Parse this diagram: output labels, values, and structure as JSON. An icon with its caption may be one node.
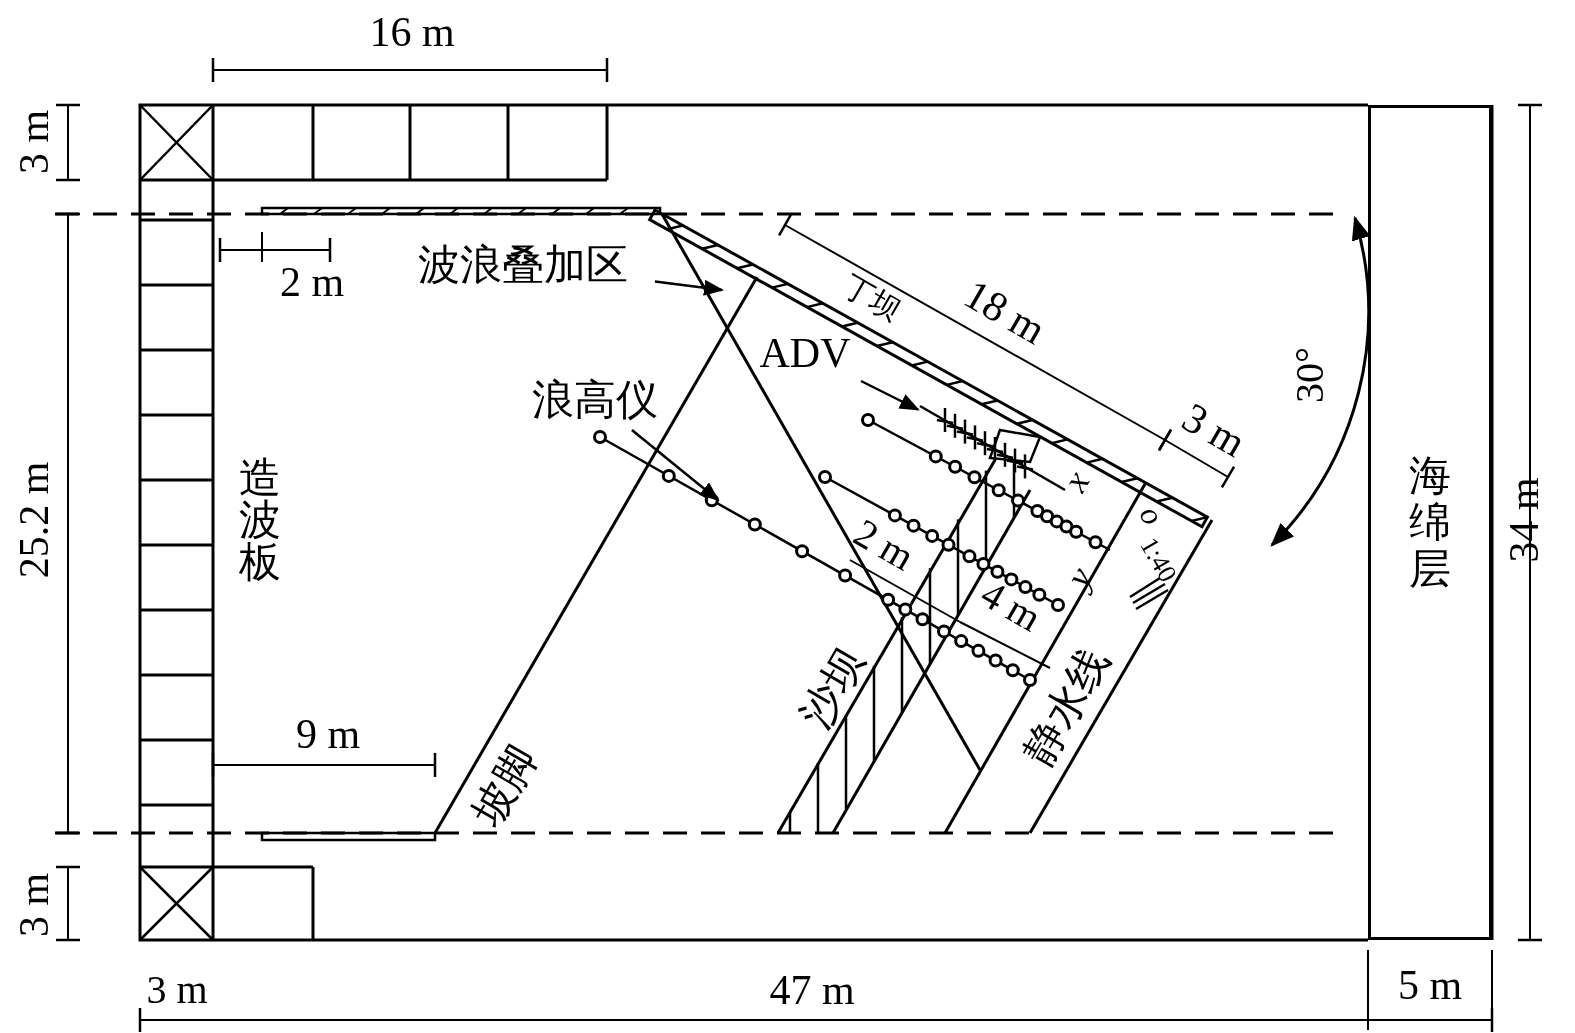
{
  "diagram": {
    "nodes": [
      {
        "text": [
          "海绵层"
        ]
      },
      {
        "text": [
          "波浪叠加区"
        ]
      },
      {
        "text": [
          "ADV"
        ]
      },
      {
        "text": [
          "浪高仪"
        ]
      },
      {
        "text": [],
        "shape": "picture"
      }
    ],
    "edges": [
      {
        "from": 1,
        "to": null,
        "arrow": "to"
      },
      {
        "from": 2,
        "to": 4,
        "arrow": "to"
      },
      {
        "from": 3,
        "to": null,
        "arrow": "to"
      }
    ],
    "labels": [
      "16 m",
      "3 m",
      "2 m",
      "丁坝",
      "18 m",
      "30°",
      "3 m",
      "25.2 m",
      "造波板",
      "34 m",
      "x",
      "o",
      "2 m",
      "1:40",
      "y",
      "4 m",
      "沙坝",
      "静水线",
      "9 m",
      "坡脚",
      "3 m",
      "3 m",
      "47 m",
      "5 m"
    ]
  }
}
